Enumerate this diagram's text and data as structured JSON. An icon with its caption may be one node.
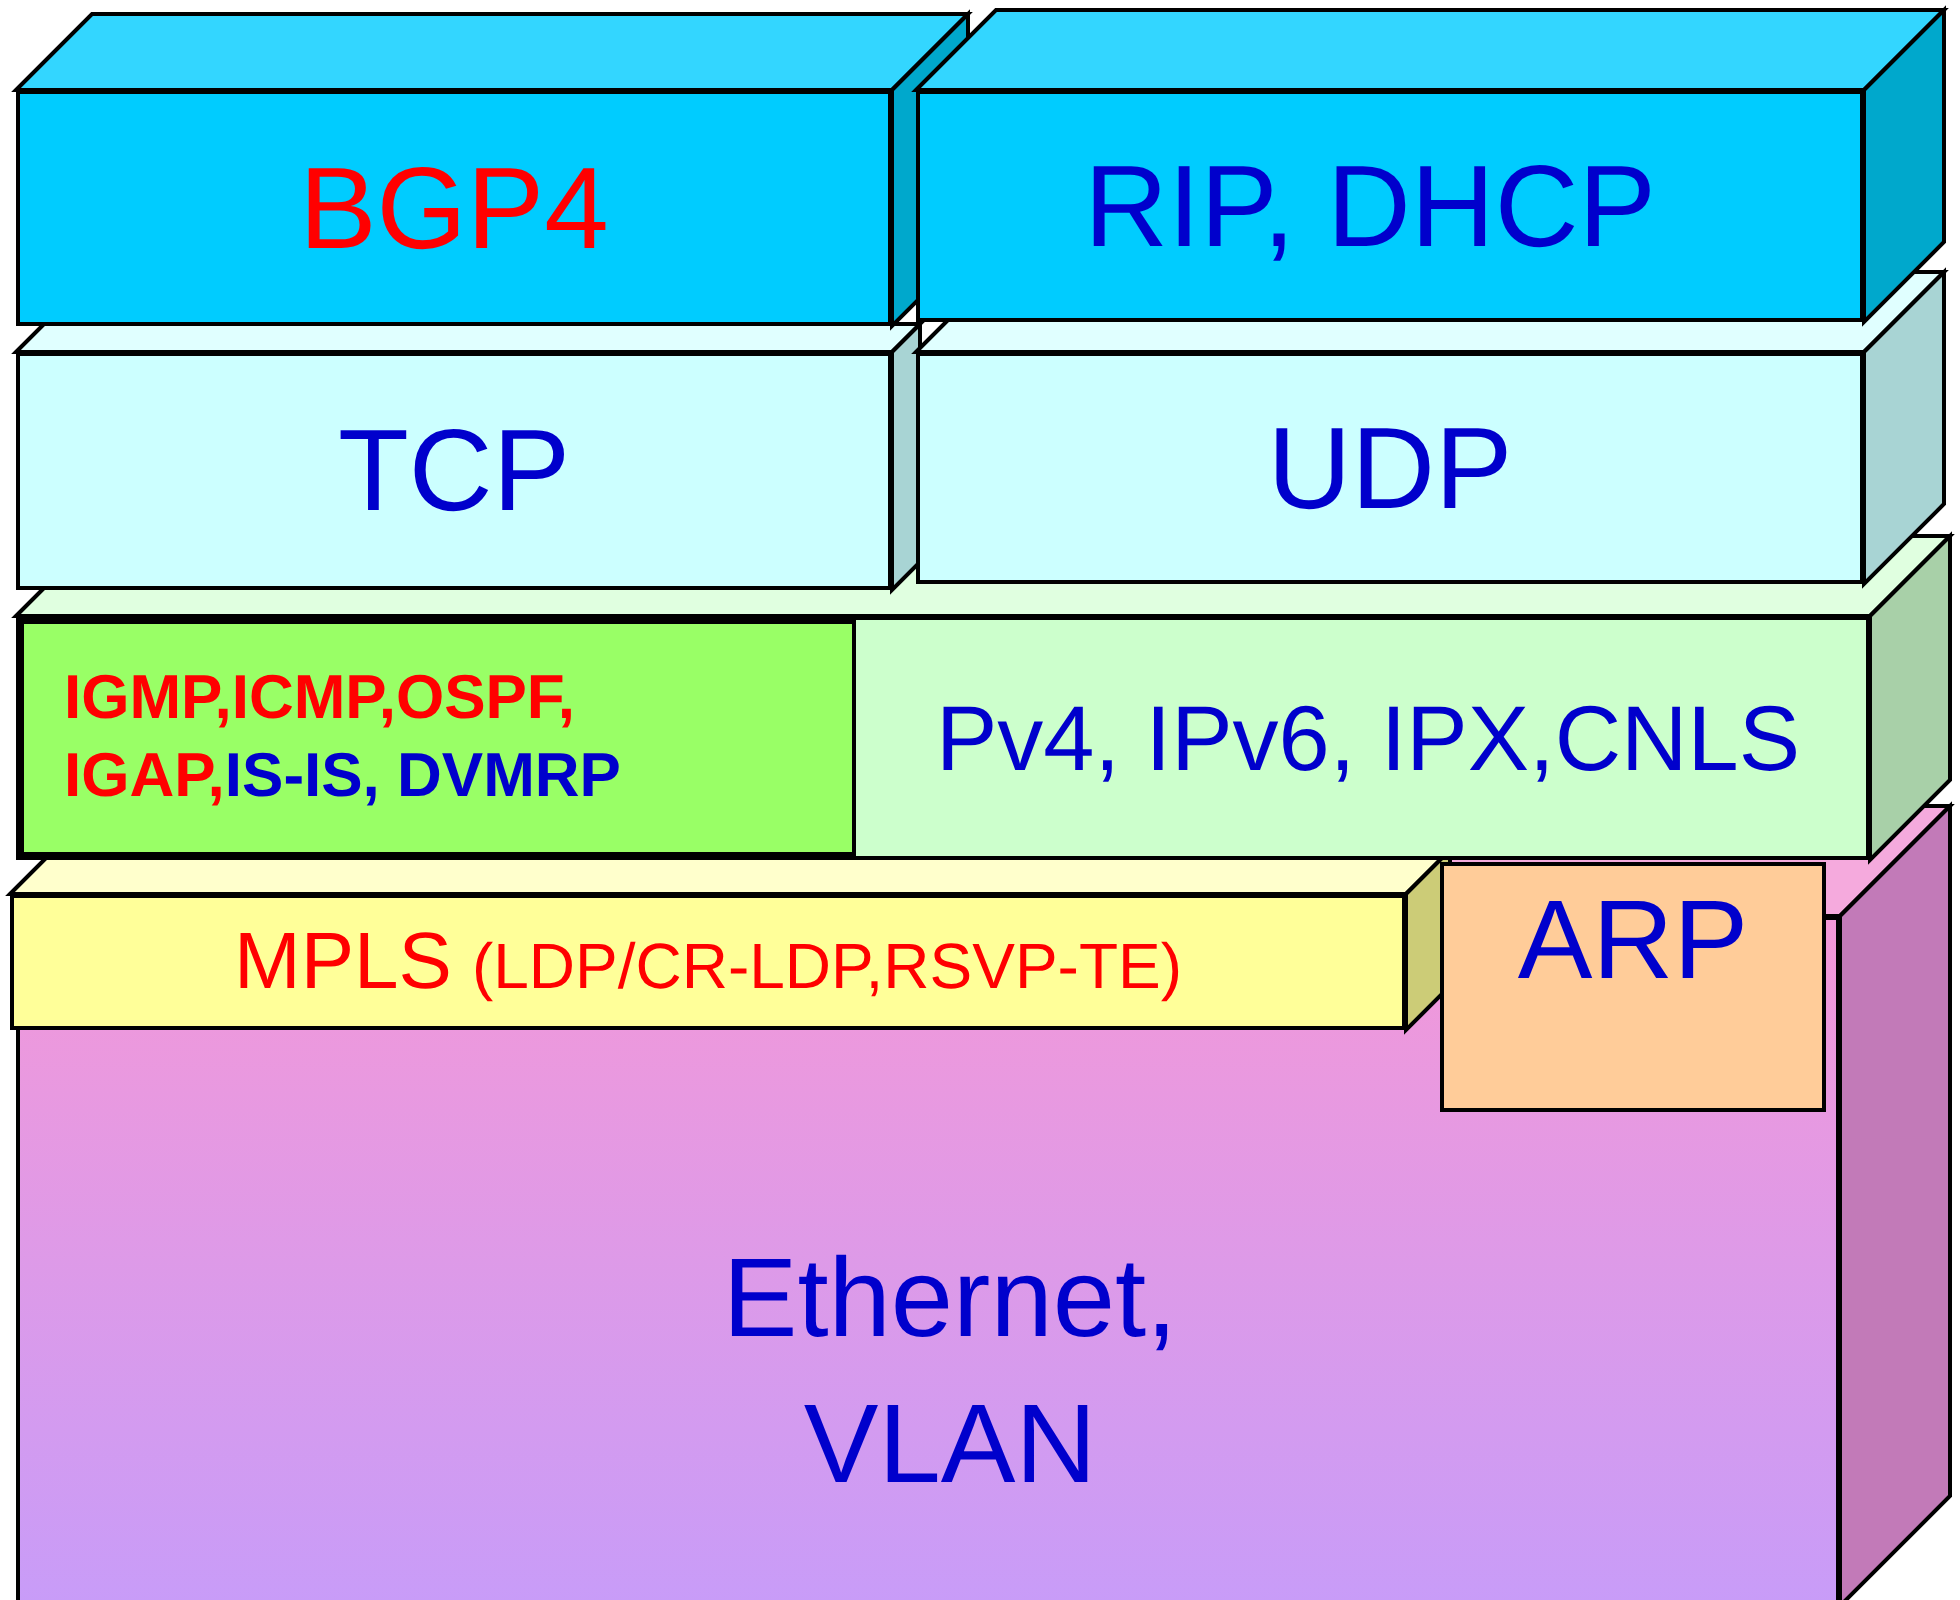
{
  "diagram": {
    "nodes": [
      {
        "text": [
          "BGP4"
        ]
      },
      {
        "text": [
          "RIP, DHCP"
        ]
      },
      {
        "text": [
          "TCP"
        ]
      },
      {
        "text": [
          "UDP"
        ]
      },
      {
        "text": [
          "Pv4, IPv6, IPX,CNLS"
        ]
      },
      {
        "text": [
          "IGMP,ICMP,OSPF,",
          "IGAP,",
          "IS-IS, DVMRP"
        ],
        "in": 4
      },
      {
        "text": [
          "MPLS",
          "(LDP/CR-LDP,RSVP-TE)"
        ]
      },
      {
        "text": [
          "ARP"
        ]
      },
      {
        "text": [
          "Ethernet, VLAN"
        ]
      }
    ]
  }
}
